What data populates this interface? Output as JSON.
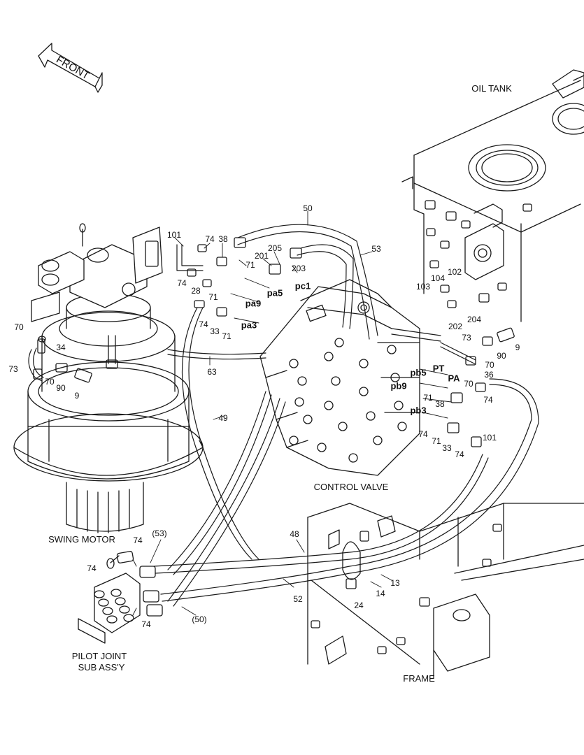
{
  "front_arrow": {
    "label": "FRONT"
  },
  "captions": {
    "oil_tank": "OIL TANK",
    "control_valve": "CONTROL VALVE",
    "swing_motor": "SWING MOTOR",
    "pilot_joint_line1": "PILOT JOINT",
    "pilot_joint_line2": "SUB ASS'Y",
    "frame": "FRAME"
  },
  "ports": [
    "pa5",
    "pc1",
    "pa9",
    "pa3",
    "PT",
    "pb5",
    "PA",
    "pb9",
    "pb3"
  ],
  "callouts": [
    "50",
    "53",
    "101",
    "74",
    "38",
    "205",
    "201",
    "203",
    "71",
    "74",
    "28",
    "71",
    "74",
    "33",
    "71",
    "102",
    "104",
    "103",
    "202",
    "204",
    "73",
    "9",
    "70",
    "90",
    "70",
    "36",
    "74",
    "71",
    "38",
    "74",
    "71",
    "33",
    "74",
    "101",
    "70",
    "34",
    "73",
    "70",
    "90",
    "9",
    "63",
    "49",
    "74",
    "(53)",
    "48",
    "74",
    "13",
    "14",
    "24",
    "52",
    "74",
    "(50)"
  ]
}
